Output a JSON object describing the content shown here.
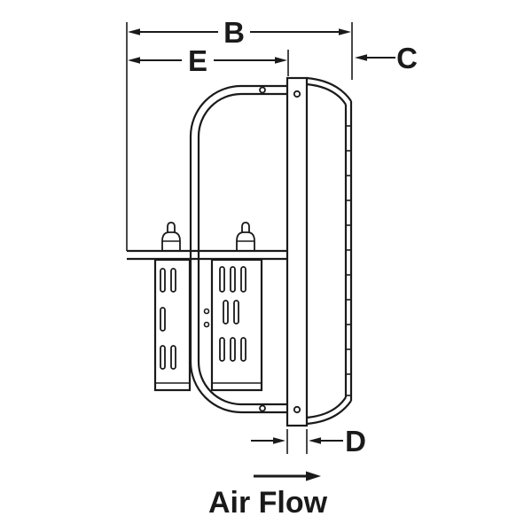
{
  "drawing": {
    "dimension_labels": {
      "b": "B",
      "e": "E",
      "c": "C",
      "d": "D"
    },
    "flow_label": "Air Flow"
  },
  "colors": {
    "line": "#1a1a1a",
    "background": "#ffffff"
  }
}
